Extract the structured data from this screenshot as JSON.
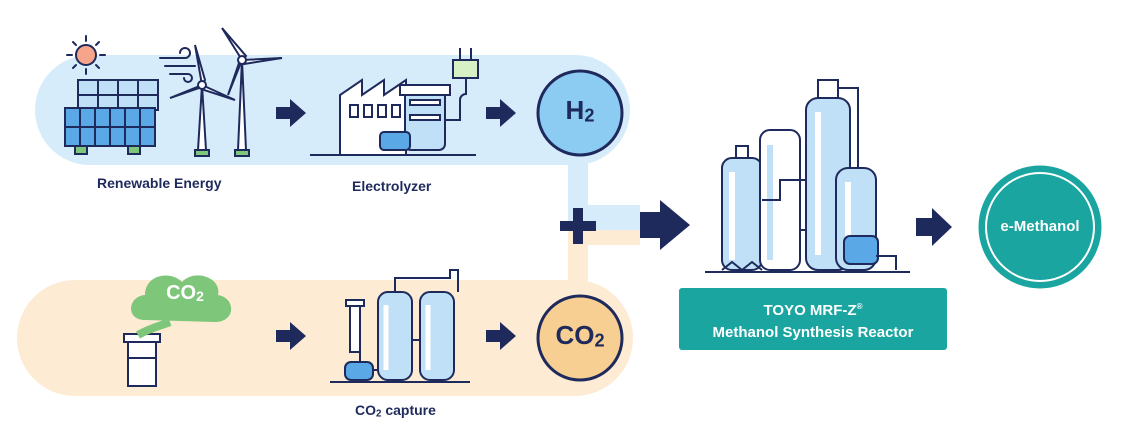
{
  "renewable": {
    "label": "Renewable Energy"
  },
  "electrolyzer": {
    "label": "Electrolyzer"
  },
  "h2": {
    "main": "H",
    "sub": "2"
  },
  "co2_cloud": {
    "main": "CO",
    "sub": "2"
  },
  "co2_capture": {
    "main": "CO",
    "sub": "2",
    "rest": " capture"
  },
  "co2_circle": {
    "main": "CO",
    "sub": "2"
  },
  "reactor": {
    "line1": "TOYO MRF-Z",
    "reg": "®",
    "line2": "Methanol Synthesis Reactor"
  },
  "methanol": {
    "label": "e-Methanol"
  },
  "colors": {
    "navy": "#1f2a5c",
    "teal": "#1aa5a1",
    "blue_band": "#d7ecfb",
    "peach_band": "#fdebd3",
    "h2_circle": "#8ccbf2",
    "co2_circle": "#f8cf92",
    "cloud": "#7dc67a"
  }
}
